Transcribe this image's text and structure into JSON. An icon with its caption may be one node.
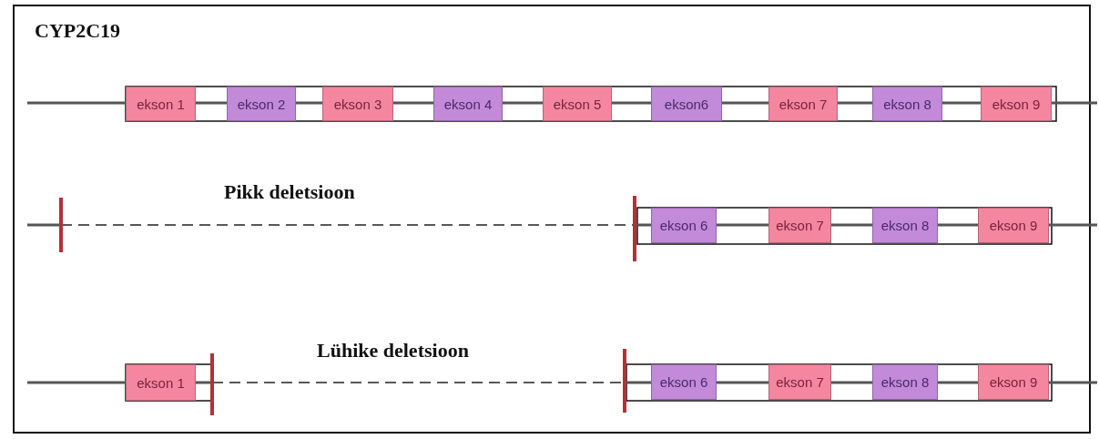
{
  "diagram": {
    "title": "CYP2C19",
    "nodes": [
      {
        "text": [
          "ekson 1"
        ]
      },
      {
        "text": [
          "ekson 2"
        ]
      },
      {
        "text": [
          "ekson 3"
        ]
      },
      {
        "text": [
          "ekson 4"
        ]
      },
      {
        "text": [
          "ekson 5"
        ]
      },
      {
        "text": [
          "ekson6"
        ]
      },
      {
        "text": [
          "ekson 7"
        ]
      },
      {
        "text": [
          "ekson 8"
        ]
      },
      {
        "text": [
          "ekson 9"
        ]
      },
      {
        "text": [
          "ekson 6"
        ]
      },
      {
        "text": [
          "ekson 7"
        ]
      },
      {
        "text": [
          "ekson 8"
        ]
      },
      {
        "text": [
          "ekson 9"
        ]
      },
      {
        "text": [
          "ekson 1"
        ]
      },
      {
        "text": [
          "ekson 6"
        ]
      },
      {
        "text": [
          "ekson 7"
        ]
      },
      {
        "text": [
          "ekson 8"
        ]
      },
      {
        "text": [
          "ekson 9"
        ]
      }
    ],
    "edges": [],
    "labels": [
      "Pikk deletsioon",
      "Lühike deletsioon"
    ]
  }
}
